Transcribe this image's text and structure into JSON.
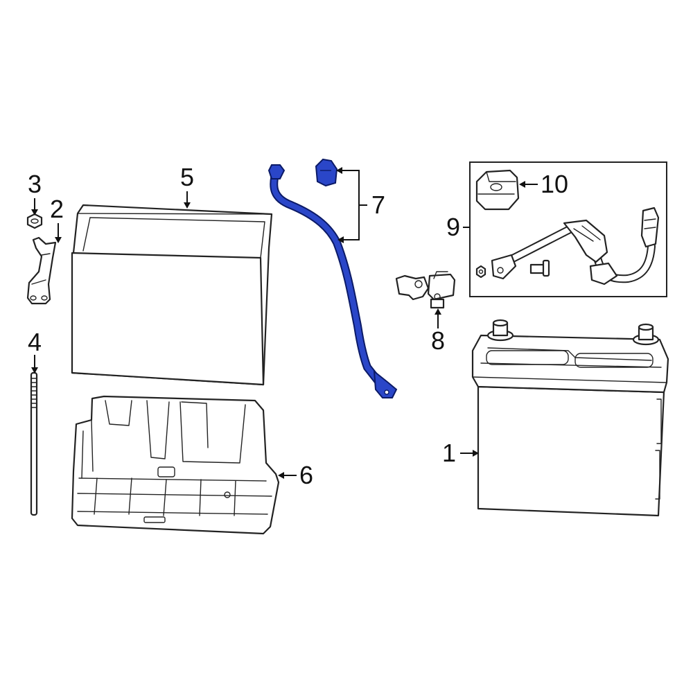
{
  "colors": {
    "line": "#222222",
    "highlight": "#2a46c8",
    "highlight_outline": "#0b1a66",
    "background": "#ffffff"
  },
  "callouts": {
    "c1": "1",
    "c2": "2",
    "c3": "3",
    "c4": "4",
    "c5": "5",
    "c6": "6",
    "c7": "7",
    "c8": "8",
    "c9": "9",
    "c10": "10"
  },
  "highlighted_part": "7"
}
